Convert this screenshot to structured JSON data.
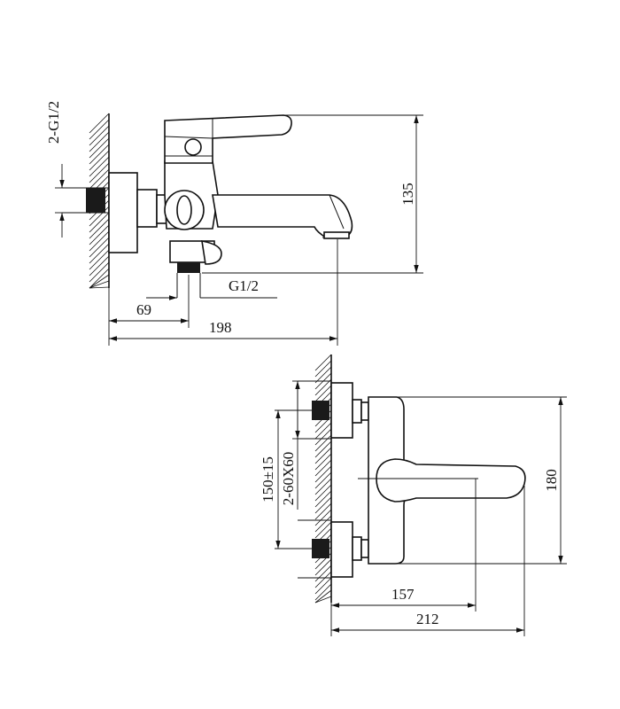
{
  "side_view": {
    "dims": {
      "thread_pair": "2-G1/2",
      "height": "135",
      "outlet_thread": "G1/2",
      "outlet_offset": "69",
      "spout_reach": "198"
    }
  },
  "front_view": {
    "dims": {
      "centers": "150±15",
      "eccentric": "2-60X60",
      "height": "180",
      "handle_reach": "157",
      "total_width": "212"
    }
  }
}
